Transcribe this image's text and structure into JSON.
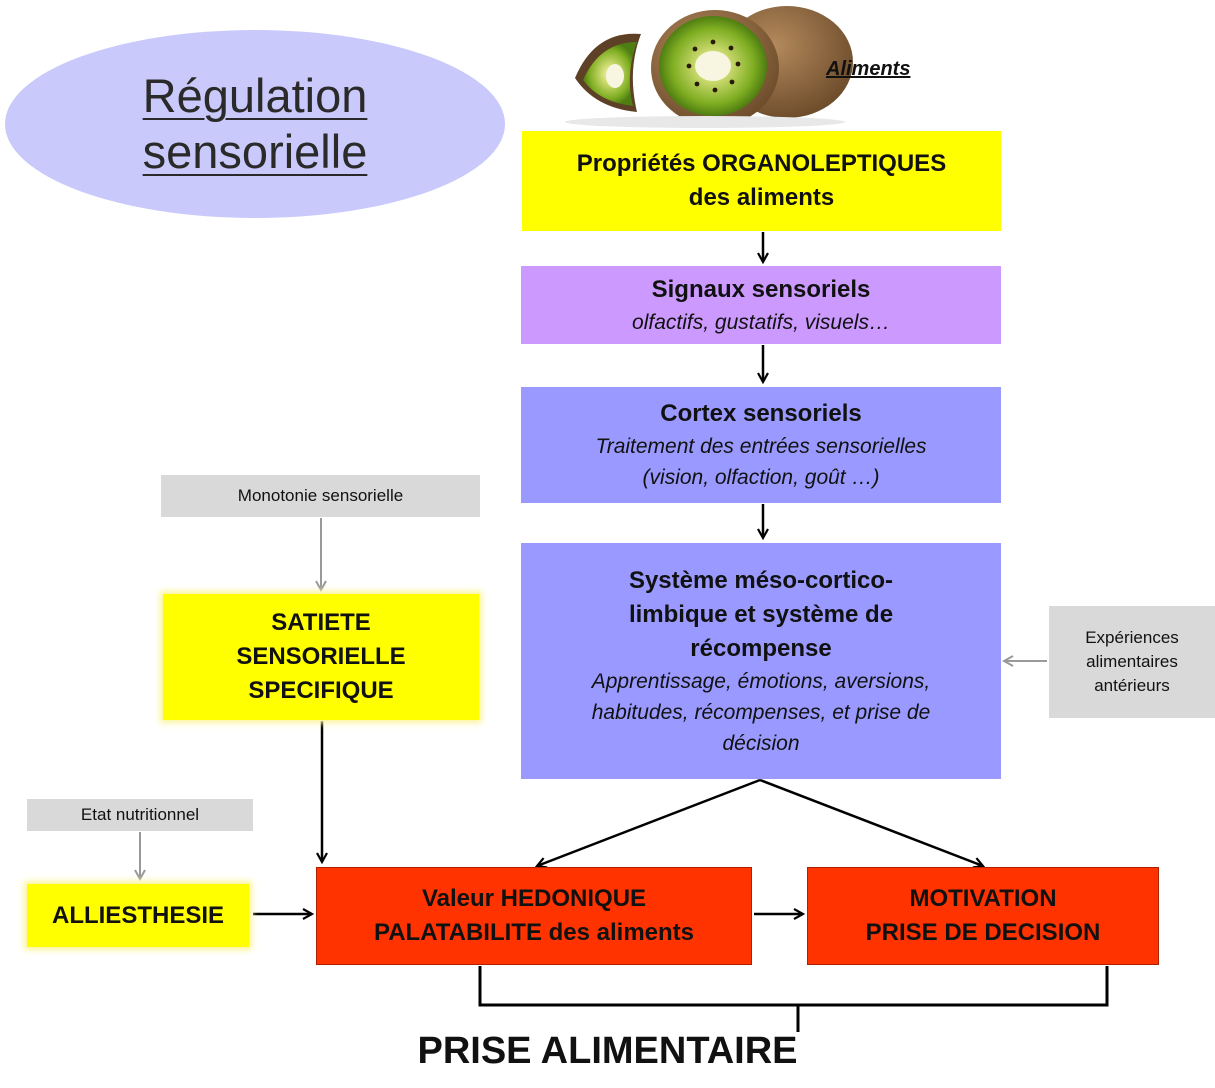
{
  "title": {
    "line1": "Régulation",
    "line2": "sensorielle"
  },
  "image_label": "Aliments",
  "boxes": {
    "organoleptic": {
      "line1": "Propriétés ORGANOLEPTIQUES",
      "line2": "des aliments"
    },
    "signaux": {
      "heading": "Signaux sensoriels",
      "detail": "olfactifs, gustatifs, visuels…"
    },
    "cortex": {
      "heading": "Cortex sensoriels",
      "detail1": "Traitement des entrées sensorielles",
      "detail2": "(vision, olfaction, goût …)"
    },
    "meso": {
      "heading1": "Système méso-cortico-",
      "heading2": "limbique et système de",
      "heading3": "récompense",
      "detail1": "Apprentissage, émotions, aversions,",
      "detail2": "habitudes, récompenses, et prise de",
      "detail3": "décision"
    },
    "satiete": {
      "line1": "SATIETE",
      "line2": "SENSORIELLE",
      "line3": "SPECIFIQUE"
    },
    "alliesthesie": {
      "label": "ALLIESTHESIE"
    },
    "hedonique": {
      "line1": "Valeur HEDONIQUE",
      "line2": "PALATABILITE des aliments"
    },
    "motivation": {
      "line1": "MOTIVATION",
      "line2": "PRISE DE DECISION"
    }
  },
  "side_notes": {
    "monotonie": "Monotonie sensorielle",
    "etat": "Etat nutritionnel",
    "experiences1": "Expériences",
    "experiences2": "alimentaires",
    "experiences3": "antérieurs"
  },
  "final": "PRISE ALIMENTAIRE",
  "colors": {
    "yellow": "#ffff00",
    "purple": "#cc99ff",
    "blue": "#9999ff",
    "red": "#ff3300",
    "grey": "#d9d9d9",
    "ellipse": "#c9c9fb"
  },
  "icons": [
    "kiwi-fruit-image"
  ]
}
